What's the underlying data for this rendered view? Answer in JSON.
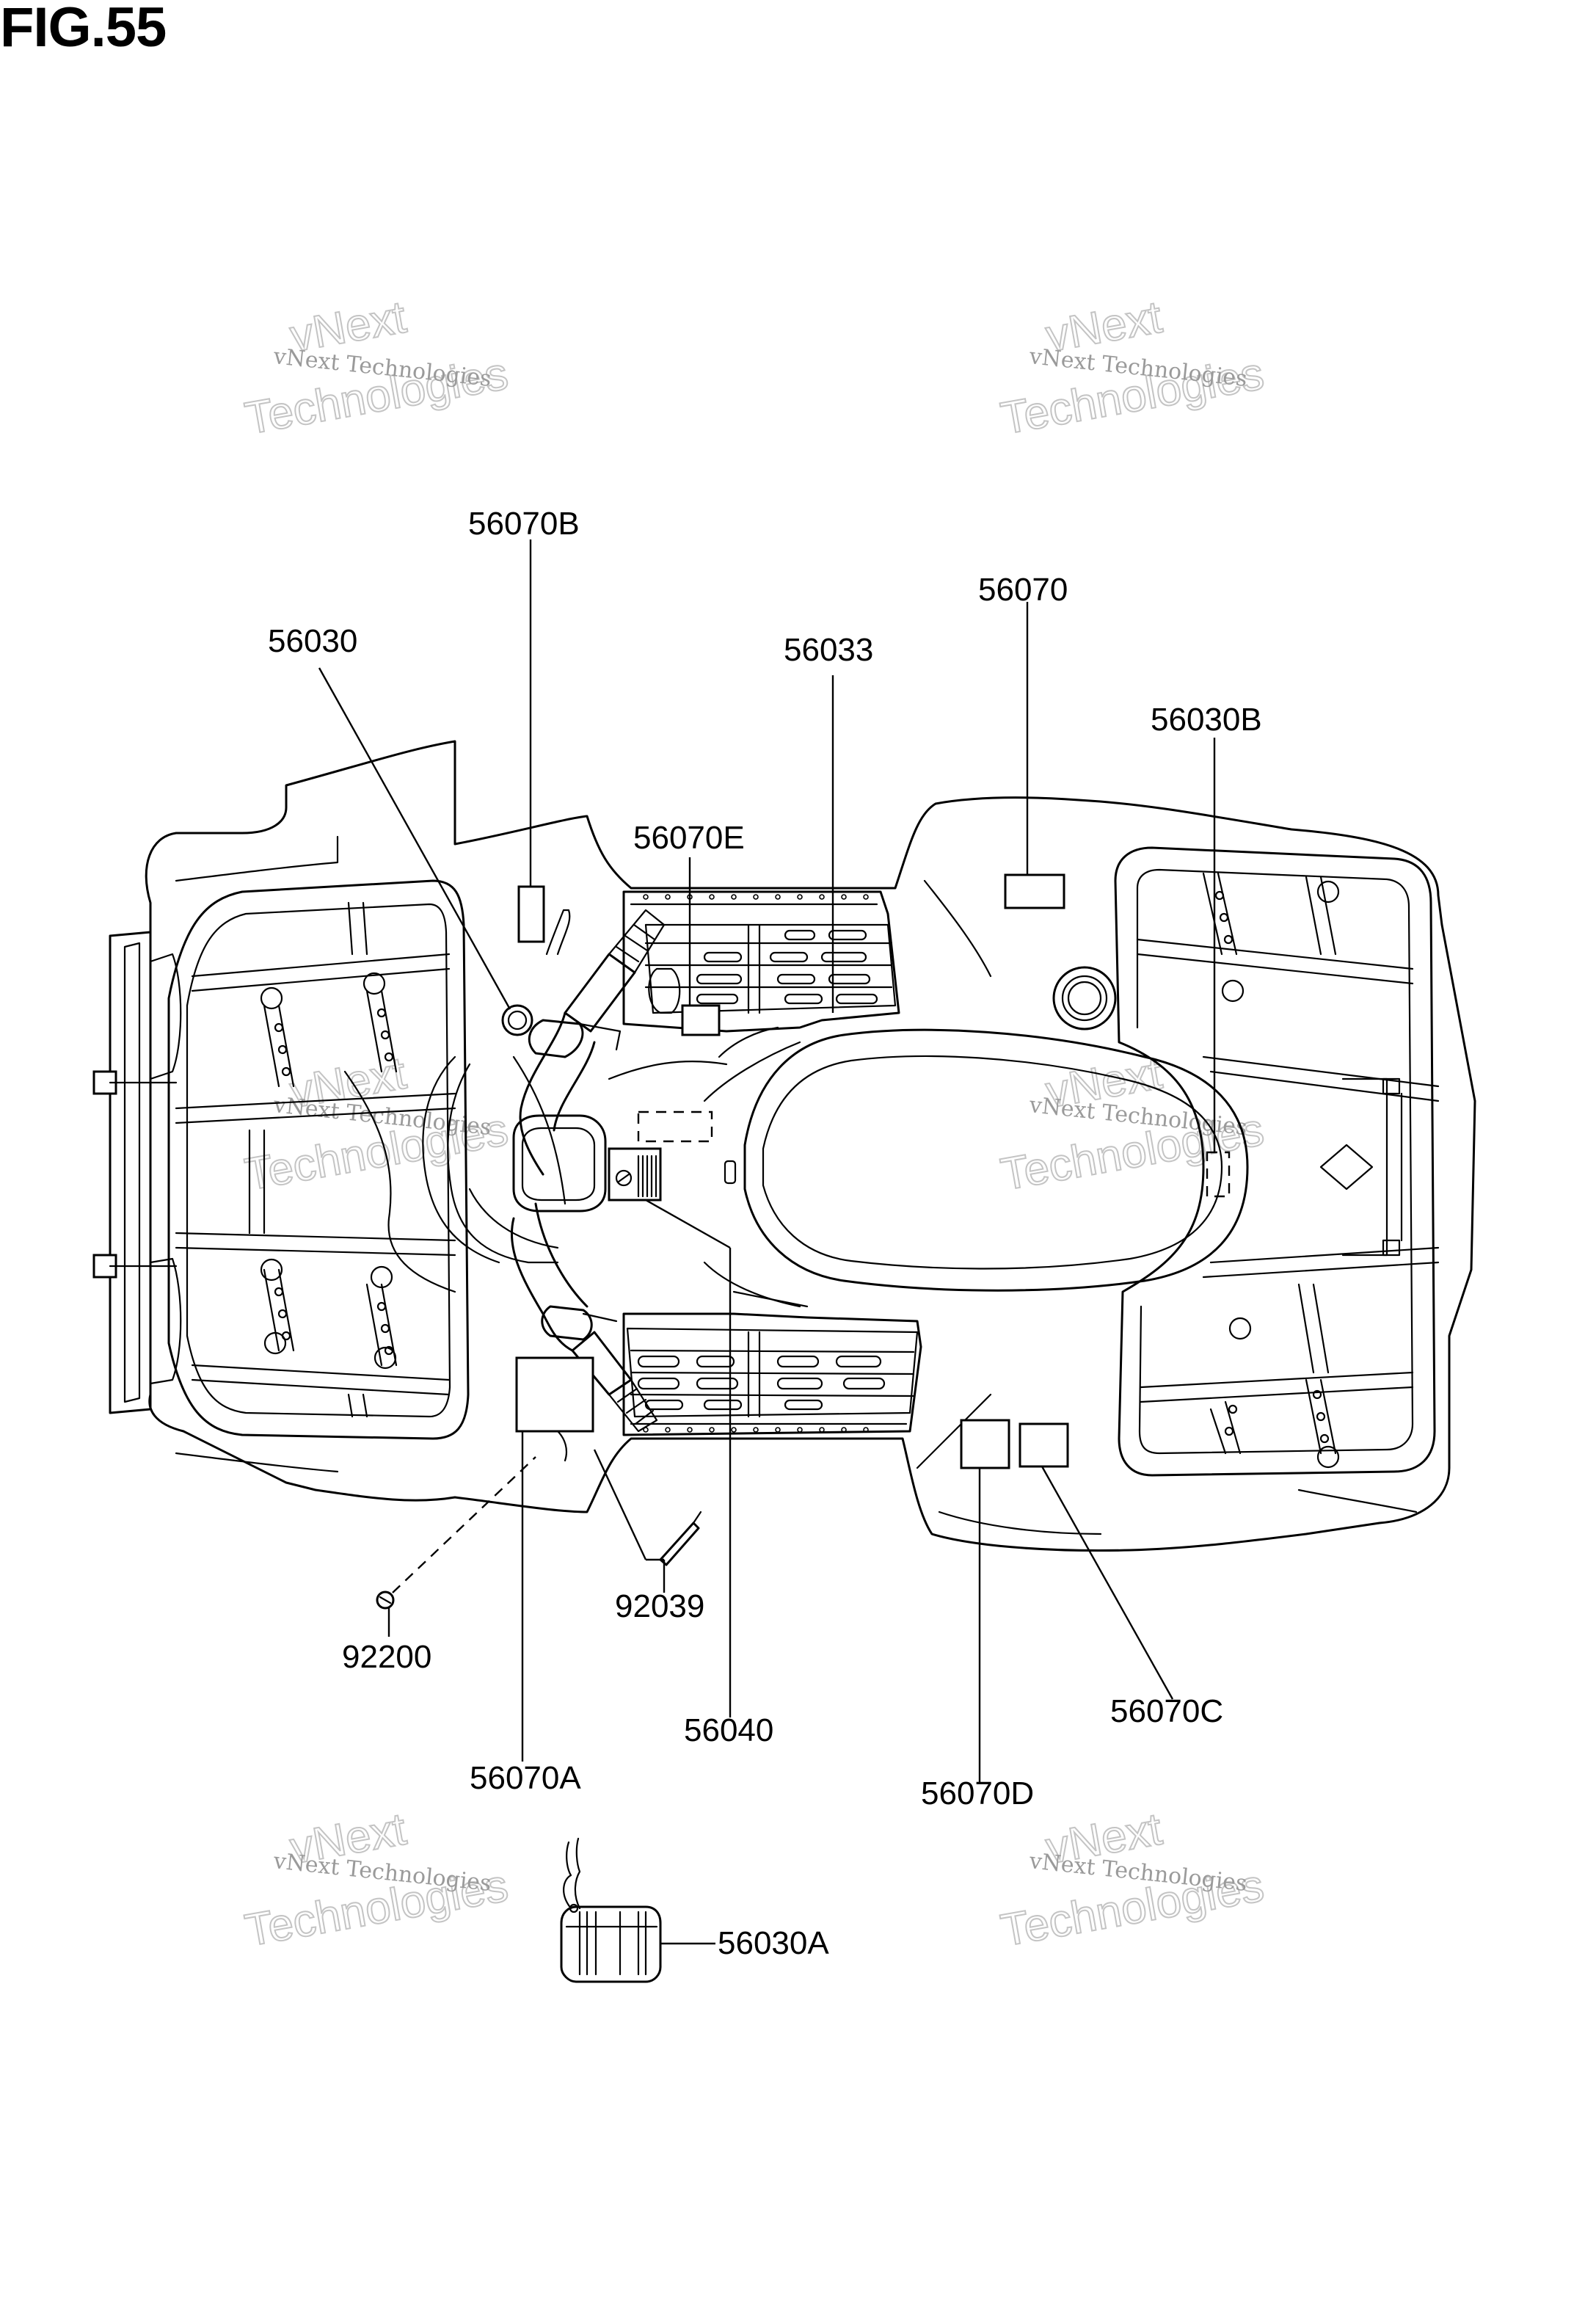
{
  "figure": {
    "title": "FIG.55"
  },
  "watermark": {
    "line1": "vNext Technologies",
    "line2": "vNext",
    "line3": "Technologies"
  },
  "callouts": {
    "p56070B": "56070B",
    "p56030": "56030",
    "p56033": "56033",
    "p56070": "56070",
    "p56030B": "56030B",
    "p56070E": "56070E",
    "p92039": "92039",
    "p92200": "92200",
    "p56040": "56040",
    "p56070C": "56070C",
    "p56070A": "56070A",
    "p56070D": "56070D",
    "p56030A": "56030A"
  },
  "colors": {
    "line": "#000000",
    "background": "#ffffff",
    "watermark": "#b0b0b0"
  }
}
